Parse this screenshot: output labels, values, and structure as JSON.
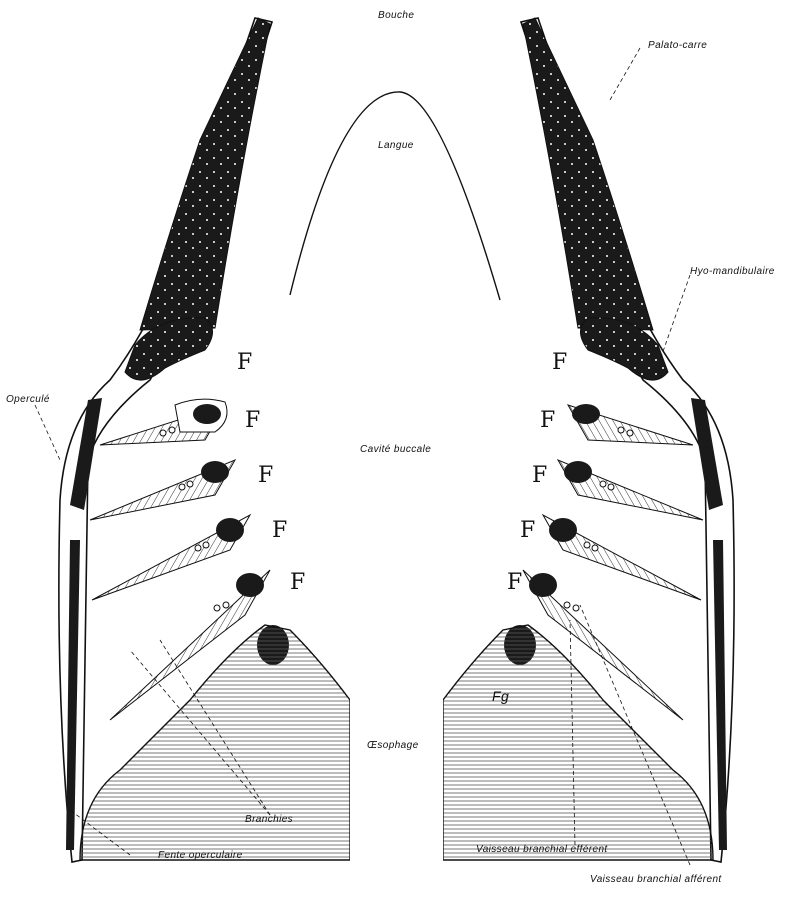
{
  "labels": {
    "bouche": "Bouche",
    "langue": "Langue",
    "palato_carre": "Palato-carre",
    "hyo_mandibulaire": "Hyo-mandibulaire",
    "opercule": "Operculé",
    "cavite_buccale": "Cavité buccale",
    "oesophage": "Œsophage",
    "branchies": "Branchies",
    "fente_operculaire": "Fente operculaire",
    "vaisseau_efferent": "Vaisseau branchial efférent",
    "vaisseau_afferent": "Vaisseau branchial afférent",
    "fig_mark": "Fg"
  },
  "gill_slit_marker": "F",
  "colors": {
    "ink": "#111111",
    "cartilage": "#1a1a1a",
    "background": "#ffffff"
  }
}
